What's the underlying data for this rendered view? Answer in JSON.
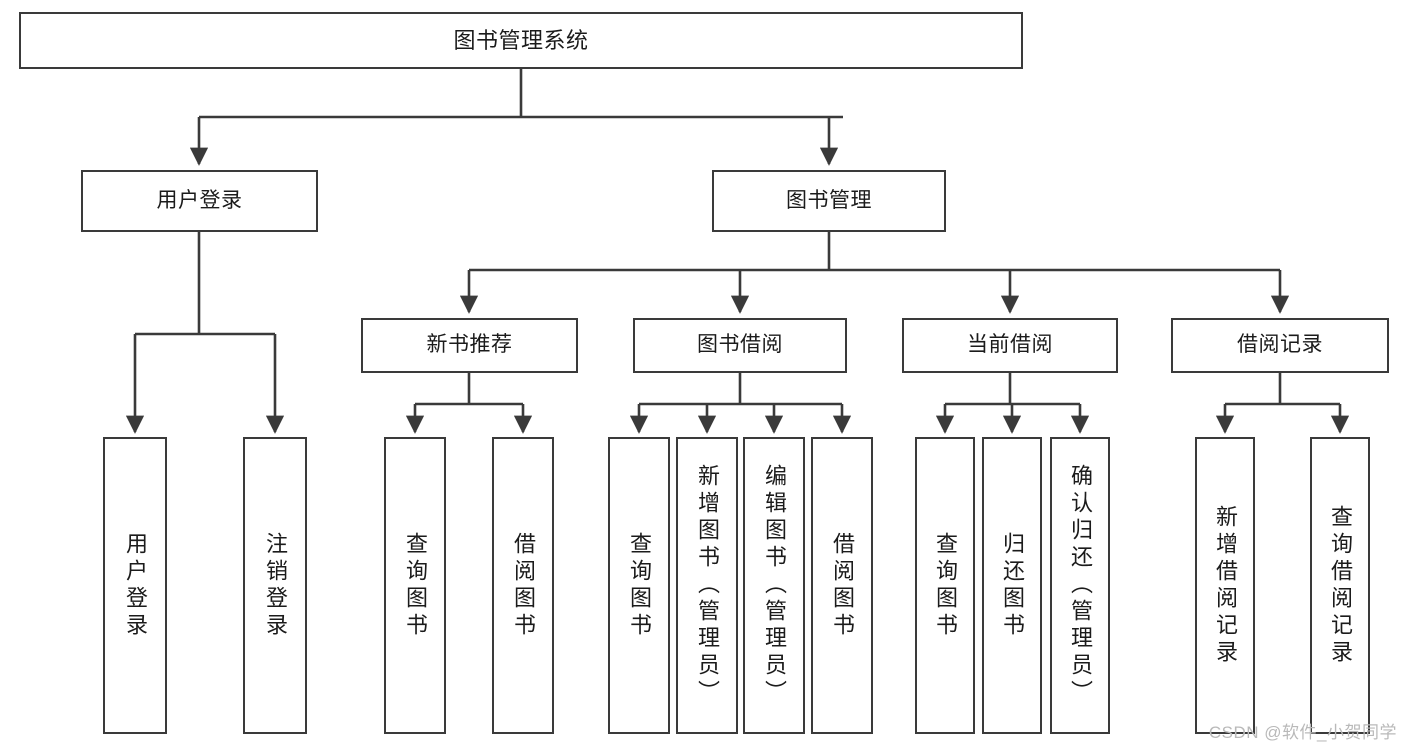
{
  "diagram": {
    "title": "图书管理系统",
    "type": "functional-structure-tree",
    "stroke_color": "#3a3a3a",
    "fill_color": "#ffffff",
    "text_color": "#1b1b1b",
    "root": {
      "label": "图书管理系统"
    },
    "level1": [
      {
        "label": "用户登录"
      },
      {
        "label": "图书管理"
      }
    ],
    "level2": [
      {
        "label": "新书推荐"
      },
      {
        "label": "图书借阅"
      },
      {
        "label": "当前借阅"
      },
      {
        "label": "借阅记录"
      }
    ],
    "leaves": {
      "user_login": [
        {
          "label": "用户登录"
        },
        {
          "label": "注销登录"
        }
      ],
      "new_book_recommend": [
        {
          "label": "查询图书"
        },
        {
          "label": "借阅图书"
        }
      ],
      "book_borrow": [
        {
          "label": "查询图书"
        },
        {
          "label": "新增图书（管理员）"
        },
        {
          "label": "编辑图书（管理员）"
        },
        {
          "label": "借阅图书"
        }
      ],
      "current_borrow": [
        {
          "label": "查询图书"
        },
        {
          "label": "归还图书"
        },
        {
          "label": "确认归还（管理员）"
        }
      ],
      "borrow_record": [
        {
          "label": "新增借阅记录"
        },
        {
          "label": "查询借阅记录"
        }
      ]
    }
  },
  "watermark": {
    "text": "CSDN @软件_小贺同学"
  }
}
